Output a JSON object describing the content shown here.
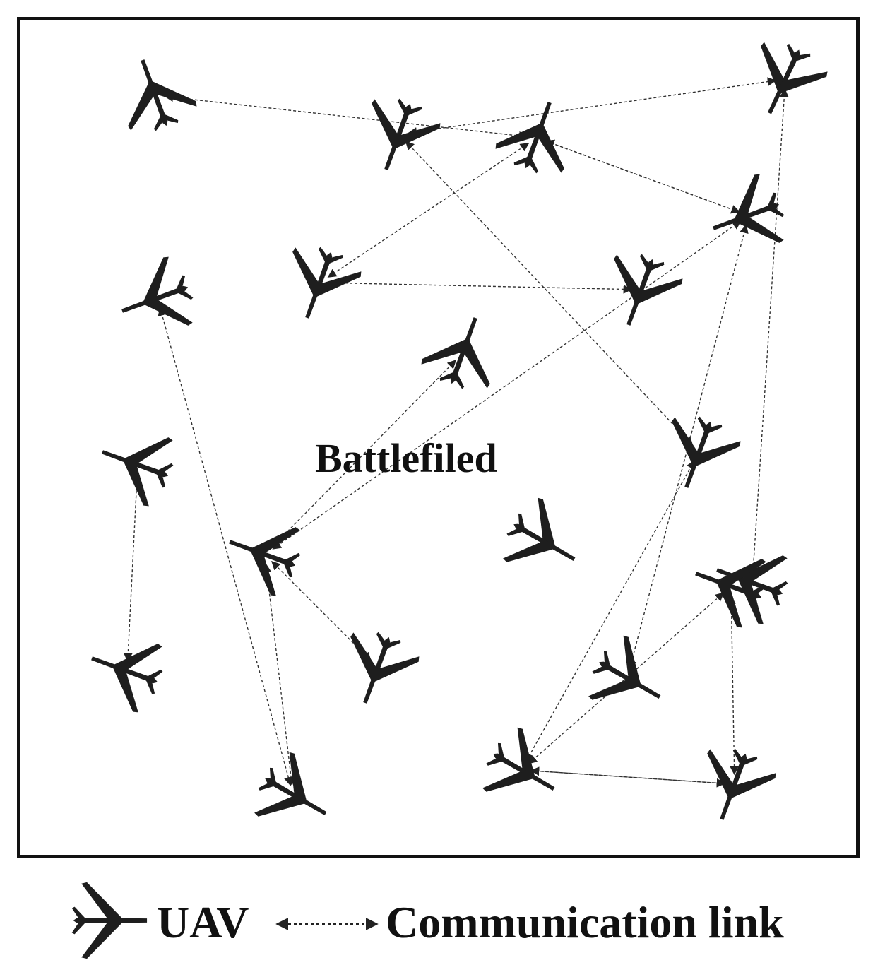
{
  "diagram": {
    "area_label": "Battlefiled",
    "colors": {
      "uav": "#1e1e1e",
      "link": "#333333",
      "border": "#111111"
    },
    "uav_icon": "aircraft-silhouette-icon",
    "uavs": [
      {
        "id": "u1",
        "heading": 250
      },
      {
        "id": "u2",
        "heading": 110
      },
      {
        "id": "u3",
        "heading": 290
      },
      {
        "id": "u4",
        "heading": 115
      },
      {
        "id": "u5",
        "heading": 160
      },
      {
        "id": "u6",
        "heading": 110
      },
      {
        "id": "u7",
        "heading": 110
      },
      {
        "id": "u8",
        "heading": 160
      },
      {
        "id": "u9",
        "heading": 290
      },
      {
        "id": "u10",
        "heading": 110
      },
      {
        "id": "u11",
        "heading": 200
      },
      {
        "id": "u12",
        "heading": 200
      },
      {
        "id": "u13",
        "heading": 30
      },
      {
        "id": "u14",
        "heading": 200
      },
      {
        "id": "u15",
        "heading": 30
      },
      {
        "id": "u16",
        "heading": 110
      },
      {
        "id": "u17",
        "heading": 200
      },
      {
        "id": "u18",
        "heading": 30
      },
      {
        "id": "u19",
        "heading": 110
      },
      {
        "id": "u20",
        "heading": 30
      },
      {
        "id": "u21",
        "heading": 200
      }
    ],
    "links": [
      {
        "from": "u3",
        "to": "u1"
      },
      {
        "from": "u2",
        "to": "u4"
      },
      {
        "from": "u2",
        "to": "u10"
      },
      {
        "from": "u3",
        "to": "u5"
      },
      {
        "from": "u3",
        "to": "u6"
      },
      {
        "from": "u5",
        "to": "u3"
      },
      {
        "from": "u6",
        "to": "u7"
      },
      {
        "from": "u5",
        "to": "u14"
      },
      {
        "from": "u5",
        "to": "u15"
      },
      {
        "from": "u16",
        "to": "u14"
      },
      {
        "from": "u4",
        "to": "u11"
      },
      {
        "from": "u8",
        "to": "u20"
      },
      {
        "from": "u9",
        "to": "u14"
      },
      {
        "from": "u10",
        "to": "u18"
      },
      {
        "from": "u17",
        "to": "u12"
      },
      {
        "from": "u14",
        "to": "u20"
      },
      {
        "from": "u19",
        "to": "u18"
      },
      {
        "from": "u18",
        "to": "u21"
      },
      {
        "from": "u21",
        "to": "u19"
      },
      {
        "from": "u18",
        "to": "u19"
      }
    ]
  },
  "legend": {
    "uav_label": "UAV",
    "link_label": "Communication link",
    "uav_icon": "aircraft-silhouette-icon",
    "link_icon": "double-arrow-dashed-icon"
  }
}
